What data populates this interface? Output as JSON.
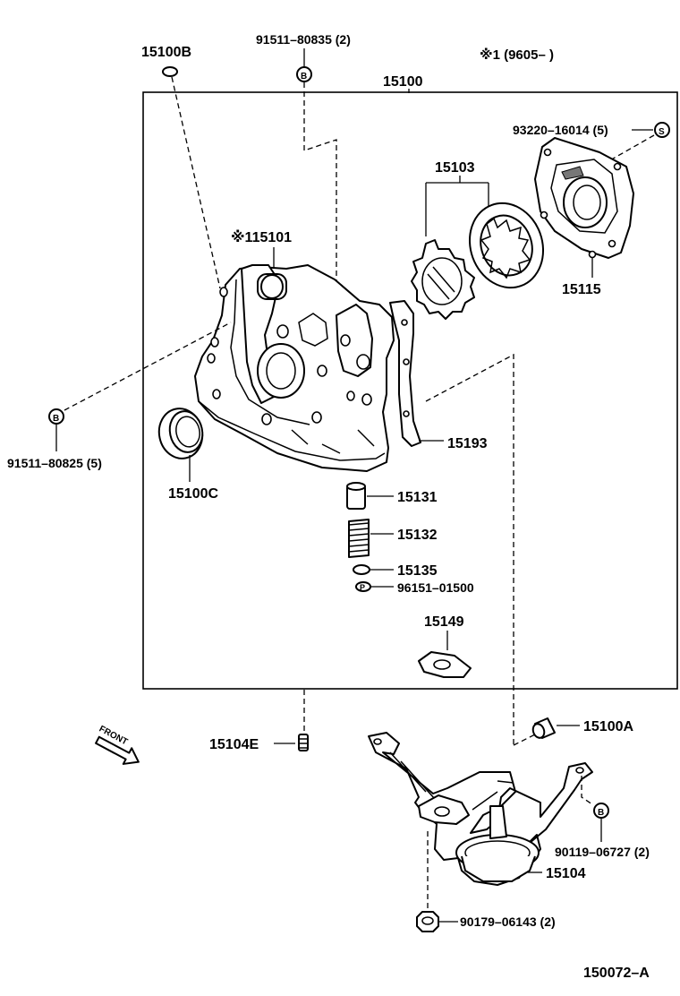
{
  "header": {
    "note": "※1 (9605–        )"
  },
  "labels": {
    "p15100": "15100",
    "p15100B": "15100B",
    "p91511_80835": "91511–80835 (2)",
    "p93220_16014": "93220–16014 (5)",
    "p15103": "15103",
    "p15101": "※115101",
    "p15115": "15115",
    "p91511_80825": "91511–80825 (5)",
    "p15193": "15193",
    "p15100C": "15100C",
    "p15131": "15131",
    "p15132": "15132",
    "p15135": "15135",
    "p96151_01500": "96151–01500",
    "p15149": "15149",
    "p15104E": "15104E",
    "p15100A": "15100A",
    "p90119_06727": "90119–06727 (2)",
    "p15104": "15104",
    "p90179_06143": "90179–06143 (2)"
  },
  "symbols": {
    "bolt_b": "B",
    "screw_s": "S",
    "pin_p": "P"
  },
  "direction": {
    "front": "FRONT"
  },
  "footer": {
    "figure_code": "150072–A"
  }
}
